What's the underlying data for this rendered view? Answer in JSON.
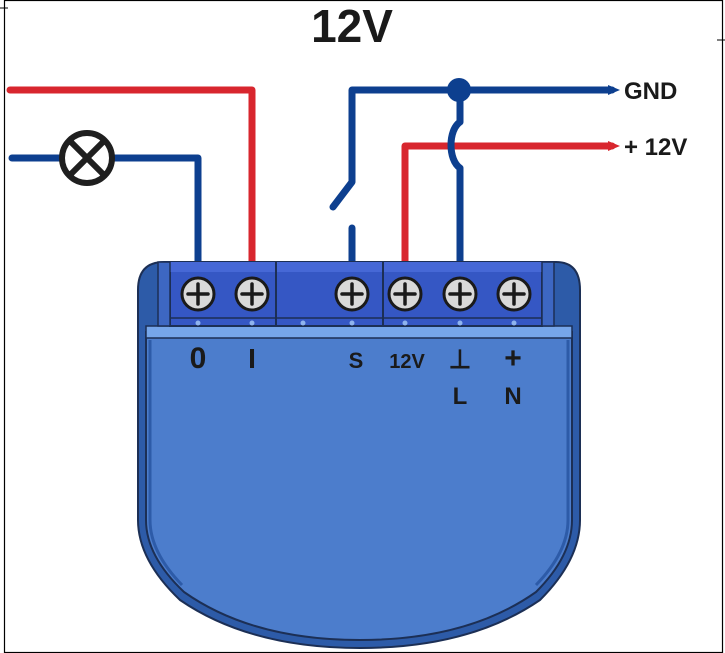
{
  "title": "12V",
  "wire_labels": {
    "gnd": "GND",
    "plus12v": "+ 12V"
  },
  "terminal_labels": {
    "t0": "0",
    "t1": "I",
    "s": "S",
    "v12": "12V",
    "ground_symbol": "⊥",
    "plus_symbol": "+",
    "l": "L",
    "n": "N"
  },
  "colors": {
    "wire_blue": "#0d3f8f",
    "wire_red": "#d8262e",
    "device_body": "#4c7dcc",
    "device_dark": "#2d5ba8",
    "device_light": "#76a6ea",
    "terminal_block": "#3557c4",
    "lamp": "#1f1f1f"
  },
  "icons": [
    "lamp-icon",
    "switch-icon",
    "junction-dot-icon",
    "screw-terminal-icon"
  ]
}
